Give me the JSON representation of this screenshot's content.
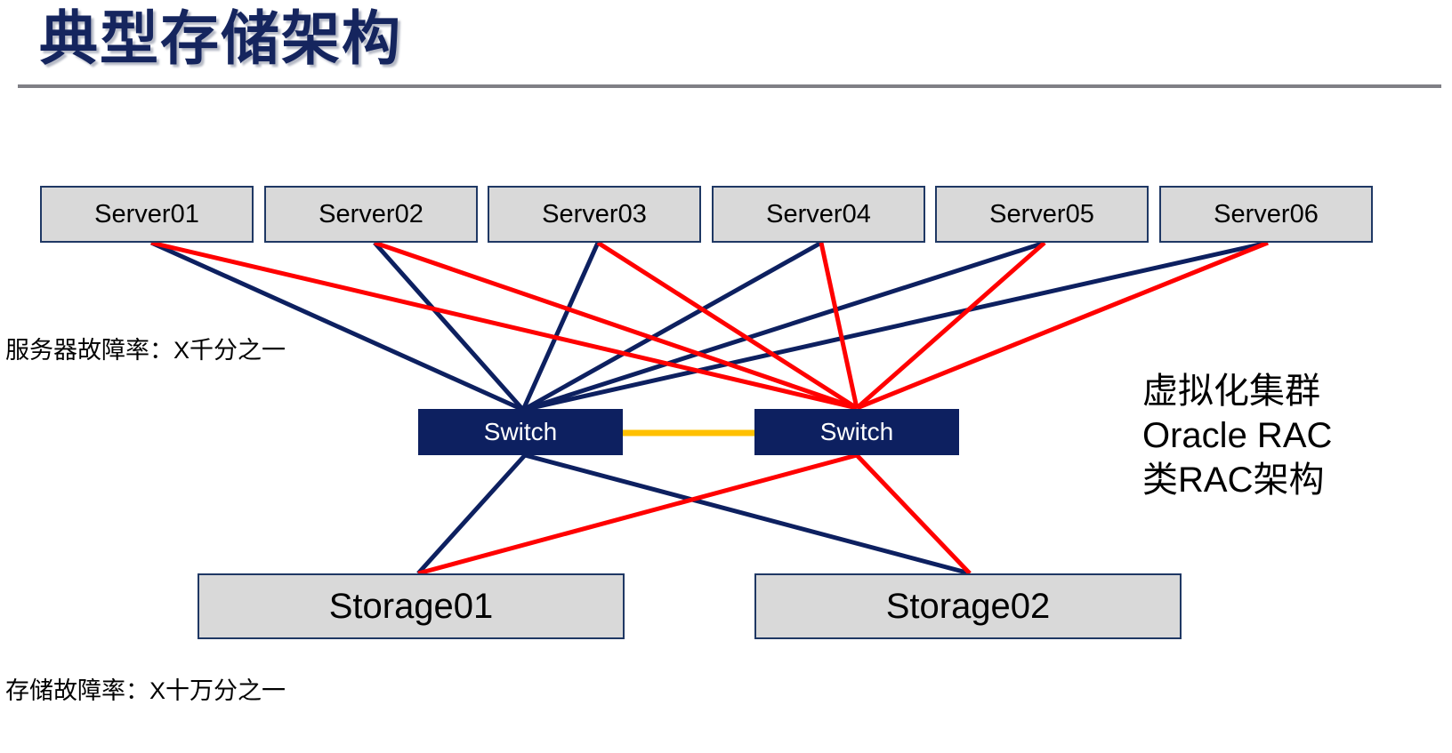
{
  "slide": {
    "title": "典型存储架构",
    "background_color": "#ffffff",
    "rule_color": "#7f7f85"
  },
  "colors": {
    "title_navy": "#15255e",
    "node_gray": "#d9d9d9",
    "node_border_navy": "#1f3864",
    "switch_navy": "#0d2060",
    "link_navy": "#0d2060",
    "link_red": "#ff0000",
    "link_amber": "#ffc000"
  },
  "servers": [
    {
      "label": "Server01"
    },
    {
      "label": "Server02"
    },
    {
      "label": "Server03"
    },
    {
      "label": "Server04"
    },
    {
      "label": "Server05"
    },
    {
      "label": "Server06"
    }
  ],
  "switches": [
    {
      "label": "Switch"
    },
    {
      "label": "Switch"
    }
  ],
  "storages": [
    {
      "label": "Storage01"
    },
    {
      "label": "Storage02"
    }
  ],
  "annotations": {
    "server_failure_rate": "服务器故障率：X千分之一",
    "storage_failure_rate": "存储故障率：X十万分之一",
    "cluster_note": "虚拟化集群\nOracle RAC\n类RAC架构"
  },
  "chart_data": {
    "type": "diagram",
    "title": "典型存储架构",
    "description": "Typical storage architecture: six servers each dual-homed to two switches; switches inter-linked; each switch cross-connected to two storage arrays.",
    "layers": [
      {
        "name": "servers",
        "nodes": [
          "Server01",
          "Server02",
          "Server03",
          "Server04",
          "Server05",
          "Server06"
        ]
      },
      {
        "name": "switches",
        "nodes": [
          "Switch",
          "Switch"
        ]
      },
      {
        "name": "storage",
        "nodes": [
          "Storage01",
          "Storage02"
        ]
      }
    ],
    "edges": [
      {
        "from": "Server01",
        "to": "Switch-Left",
        "color": "#0d2060"
      },
      {
        "from": "Server01",
        "to": "Switch-Right",
        "color": "#ff0000"
      },
      {
        "from": "Server02",
        "to": "Switch-Left",
        "color": "#0d2060"
      },
      {
        "from": "Server02",
        "to": "Switch-Right",
        "color": "#ff0000"
      },
      {
        "from": "Server03",
        "to": "Switch-Left",
        "color": "#0d2060"
      },
      {
        "from": "Server03",
        "to": "Switch-Right",
        "color": "#ff0000"
      },
      {
        "from": "Server04",
        "to": "Switch-Left",
        "color": "#0d2060"
      },
      {
        "from": "Server04",
        "to": "Switch-Right",
        "color": "#ff0000"
      },
      {
        "from": "Server05",
        "to": "Switch-Left",
        "color": "#0d2060"
      },
      {
        "from": "Server05",
        "to": "Switch-Right",
        "color": "#ff0000"
      },
      {
        "from": "Server06",
        "to": "Switch-Left",
        "color": "#0d2060"
      },
      {
        "from": "Server06",
        "to": "Switch-Right",
        "color": "#ff0000"
      },
      {
        "from": "Switch-Left",
        "to": "Switch-Right",
        "color": "#ffc000"
      },
      {
        "from": "Switch-Left",
        "to": "Storage01",
        "color": "#0d2060"
      },
      {
        "from": "Switch-Left",
        "to": "Storage02",
        "color": "#0d2060"
      },
      {
        "from": "Switch-Right",
        "to": "Storage01",
        "color": "#ff0000"
      },
      {
        "from": "Switch-Right",
        "to": "Storage02",
        "color": "#ff0000"
      }
    ],
    "annotations": [
      "服务器故障率：X千分之一",
      "存储故障率：X十万分之一",
      "虚拟化集群",
      "Oracle RAC",
      "类RAC架构"
    ]
  }
}
